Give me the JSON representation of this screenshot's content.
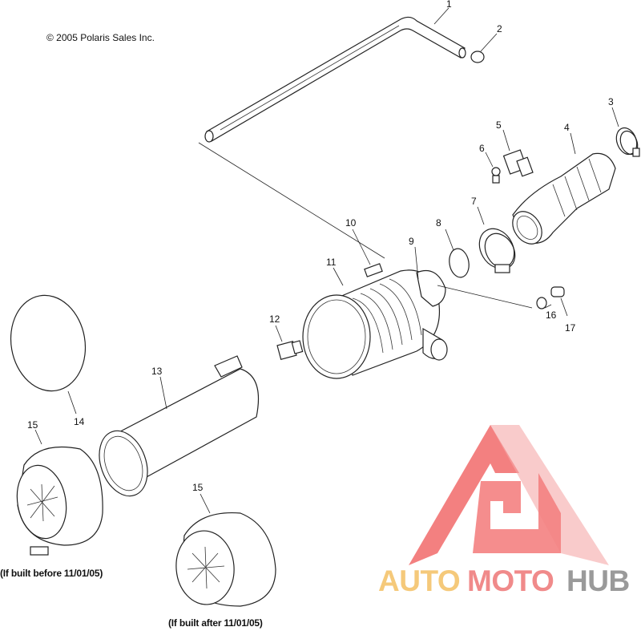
{
  "copyright": "© 2005 Polaris Sales Inc.",
  "callouts": {
    "c1": "1",
    "c2": "2",
    "c3": "3",
    "c4": "4",
    "c5": "5",
    "c6": "6",
    "c7": "7",
    "c8": "8",
    "c9": "9",
    "c10": "10",
    "c11": "11",
    "c12": "12",
    "c13": "13",
    "c14": "14",
    "c15a": "15",
    "c15b": "15",
    "c16": "16",
    "c17": "17"
  },
  "notes": {
    "before": "(If built before 11/01/05)",
    "after": "(If built after 11/01/05)"
  },
  "watermark": {
    "part1": "AUTO",
    "part2": "MOTO",
    "part3": "HUB",
    "colors": {
      "auto": "#f5c97a",
      "moto": "#f08a8a",
      "hub": "#9a9a9a",
      "logo": "#f26a6a"
    }
  }
}
